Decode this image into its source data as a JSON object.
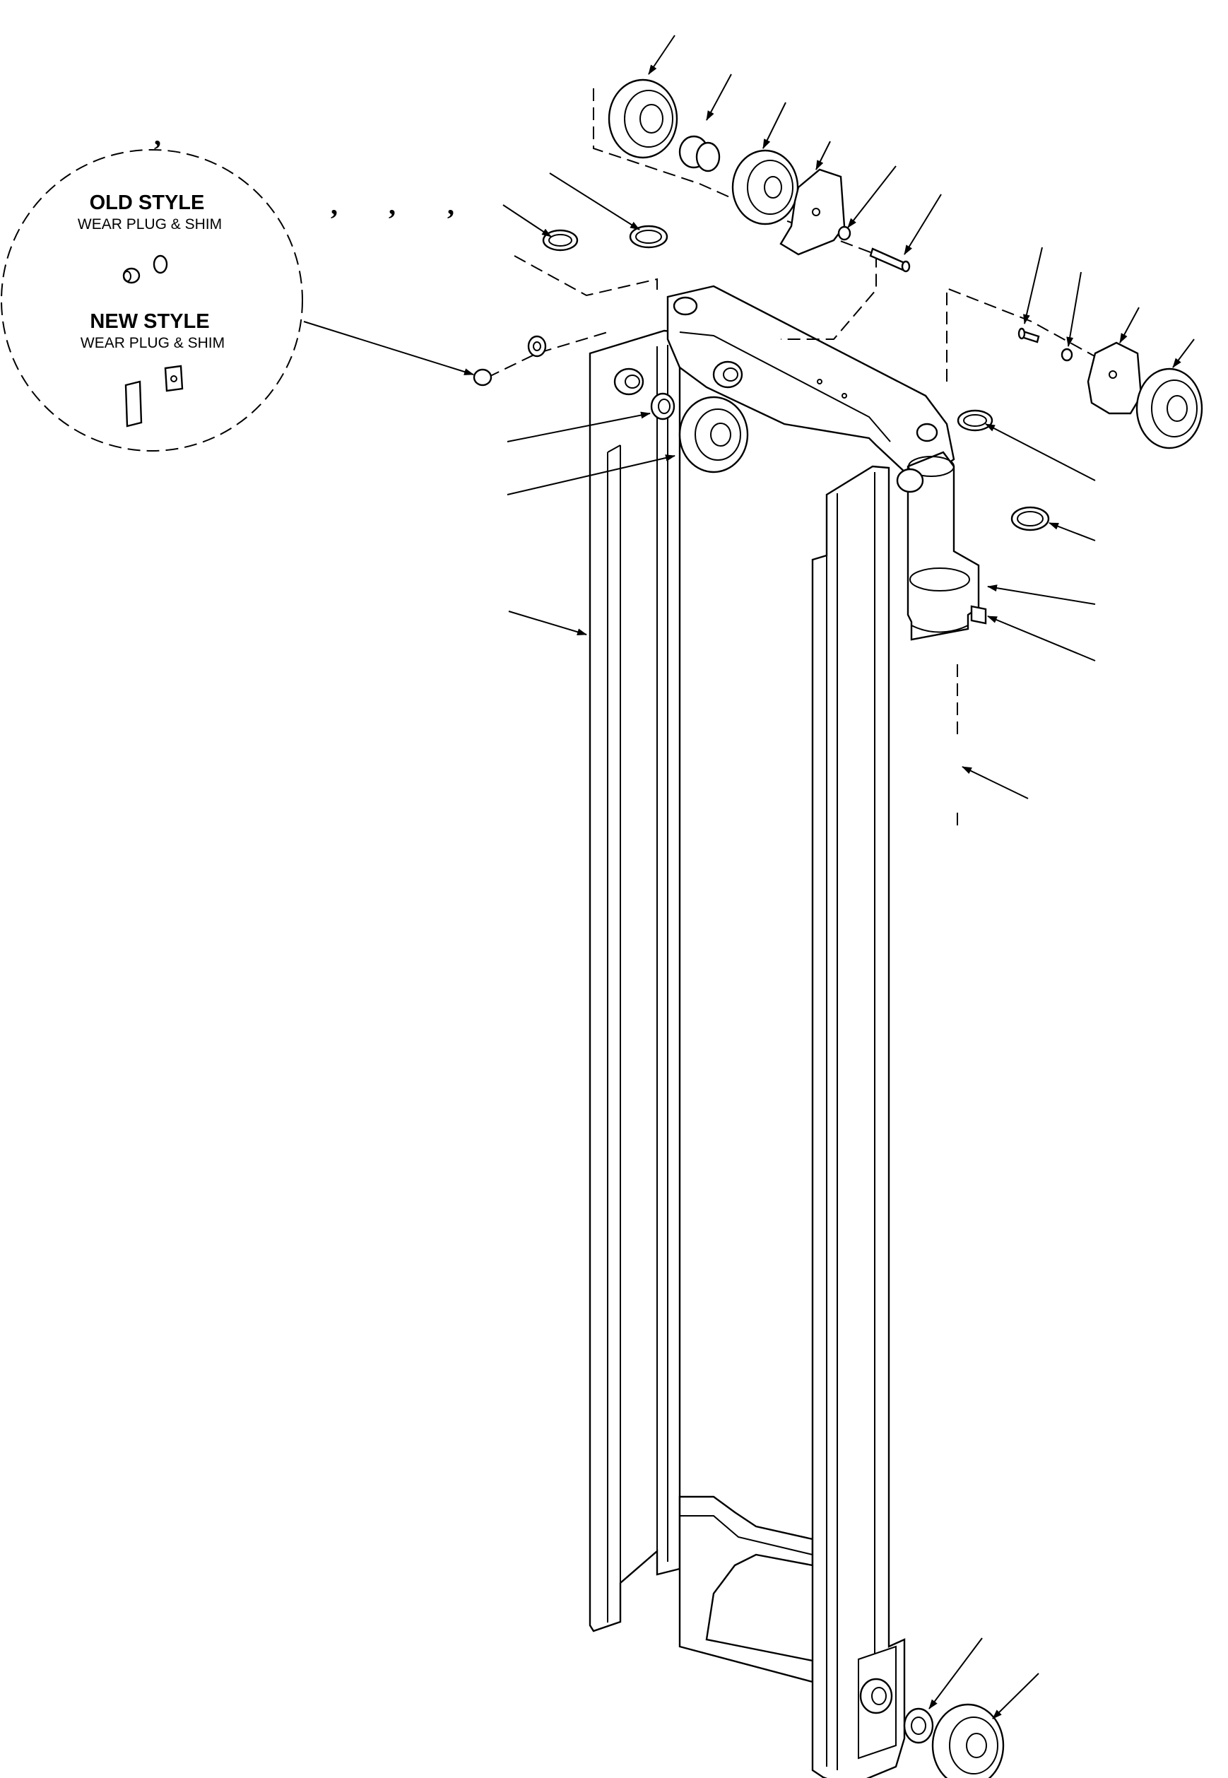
{
  "inset": {
    "old_style": {
      "title": "OLD STYLE",
      "subtitle": "WEAR PLUG & SHIM"
    },
    "new_style": {
      "title": "NEW STYLE",
      "subtitle": "WEAR PLUG & SHIM"
    }
  },
  "separators": [
    ",",
    ",",
    ",",
    ","
  ],
  "colors": {
    "line": "#000000",
    "background": "#ffffff"
  }
}
